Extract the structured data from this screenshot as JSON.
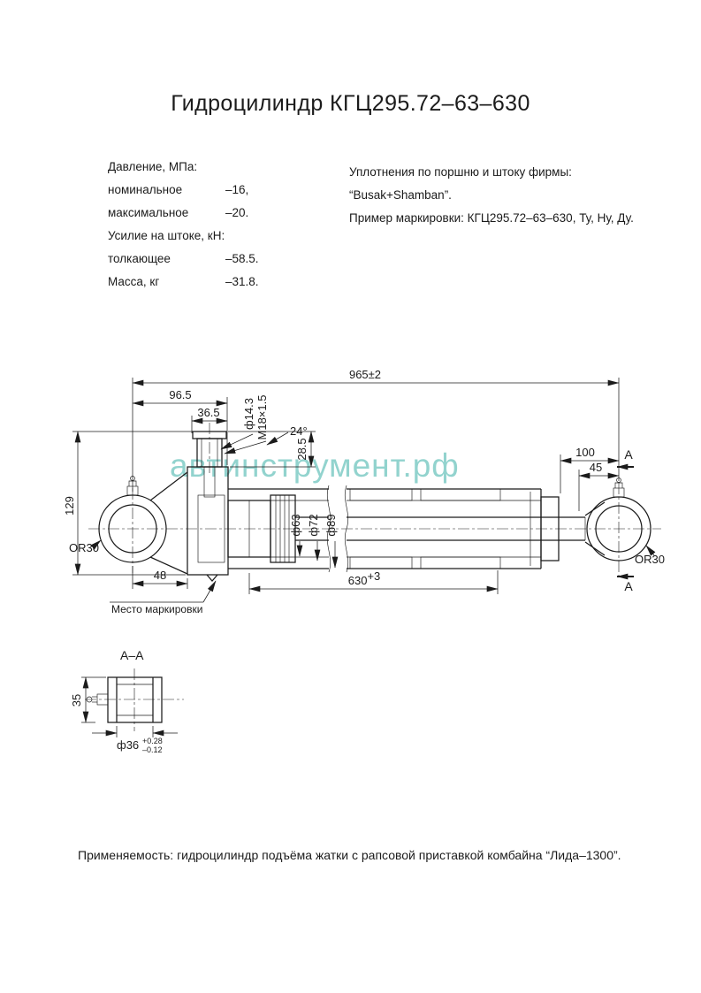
{
  "page": {
    "title": "Гидроцилиндр КГЦ295.72–63–630",
    "watermark": "автинструмент.рф",
    "application": "Применяемость: гидроцилиндр подъёма жатки с рапсовой приставкой комбайна “Лида–1300”."
  },
  "specs": [
    {
      "label": "Давление, МПа:",
      "value": ""
    },
    {
      "label": "номинальное",
      "value": "–16,"
    },
    {
      "label": "максимальное",
      "value": "–20."
    },
    {
      "label": "Усилие на штоке, кН:",
      "value": ""
    },
    {
      "label": "толкающее",
      "value": "–58.5."
    },
    {
      "label": "Масса, кг",
      "value": "–31.8."
    }
  ],
  "notes": {
    "line1": "Уплотнения по поршню и штоку фирмы:",
    "line2": "“Busak+Shamban”.",
    "line3": "Пример маркировки: КГЦ295.72–63–630, Ту, Ну, Ду."
  },
  "dims": {
    "overall": "965±2",
    "d96_5": "96.5",
    "d36_5": "36.5",
    "port_diameter": "ф14.3",
    "port_thread": "М18×1.5",
    "chamfer_angle": "24°",
    "d28_5": "28.5",
    "d100": "100",
    "d45": "45",
    "d129": "129",
    "left_eye_radius": "OR30",
    "right_eye_radius": "OR30",
    "d48": "48",
    "stroke_value": "630",
    "stroke_tolerance": "+3",
    "bore_63": "ф63",
    "dia_72": "ф72",
    "dia_89": "ф89",
    "marking_note": "Место маркировки",
    "section_letter_top": "А",
    "section_letter_bottom": "А",
    "section_title": "А–А",
    "d35": "35",
    "pin_bore": "ф36",
    "pin_bore_tol_upper": "+0.28",
    "pin_bore_tol_lower": "–0.12"
  },
  "colors": {
    "line": "#1b1b1b",
    "watermark": "#7fccc6"
  }
}
